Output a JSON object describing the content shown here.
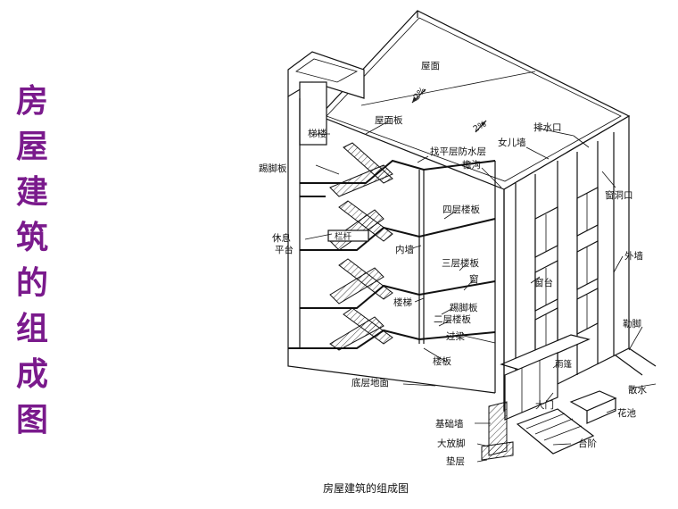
{
  "title_chars": [
    "房",
    "屋",
    "建",
    "筑",
    "的",
    "组",
    "成",
    "图"
  ],
  "caption": "房屋建筑的组成图",
  "labels": {
    "roof": "屋面",
    "slope1": "2%",
    "slope2": "2%",
    "roof_slab": "屋面板",
    "stairwell": "梯楼",
    "drain_outlet": "排水口",
    "parapet": "女儿墙",
    "leveling_waterproof": "找平层防水层",
    "gutter": "檐沟",
    "window_hole": "窗洞口",
    "kick_board_top": "踢脚板",
    "fourth_floor_slab": "四层楼板",
    "rest_platform": "休息\n平台",
    "railing": "栏杆",
    "inner_wall": "内墙",
    "exterior_wall": "外墙",
    "third_floor_slab": "三层楼板",
    "window": "窗",
    "window_sill": "窗台",
    "stairs": "楼梯",
    "kick_board": "踢脚板",
    "second_floor_slab": "二层楼板",
    "lintel": "过梁",
    "plinth": "勒脚",
    "floor_slab": "楼板",
    "canopy": "雨篷",
    "ground_floor": "底层地面",
    "apron": "散水",
    "main_door": "大门",
    "flower_bed": "花池",
    "foundation_wall": "基础墙",
    "footing": "大放脚",
    "cushion": "垫层",
    "steps": "台阶"
  }
}
